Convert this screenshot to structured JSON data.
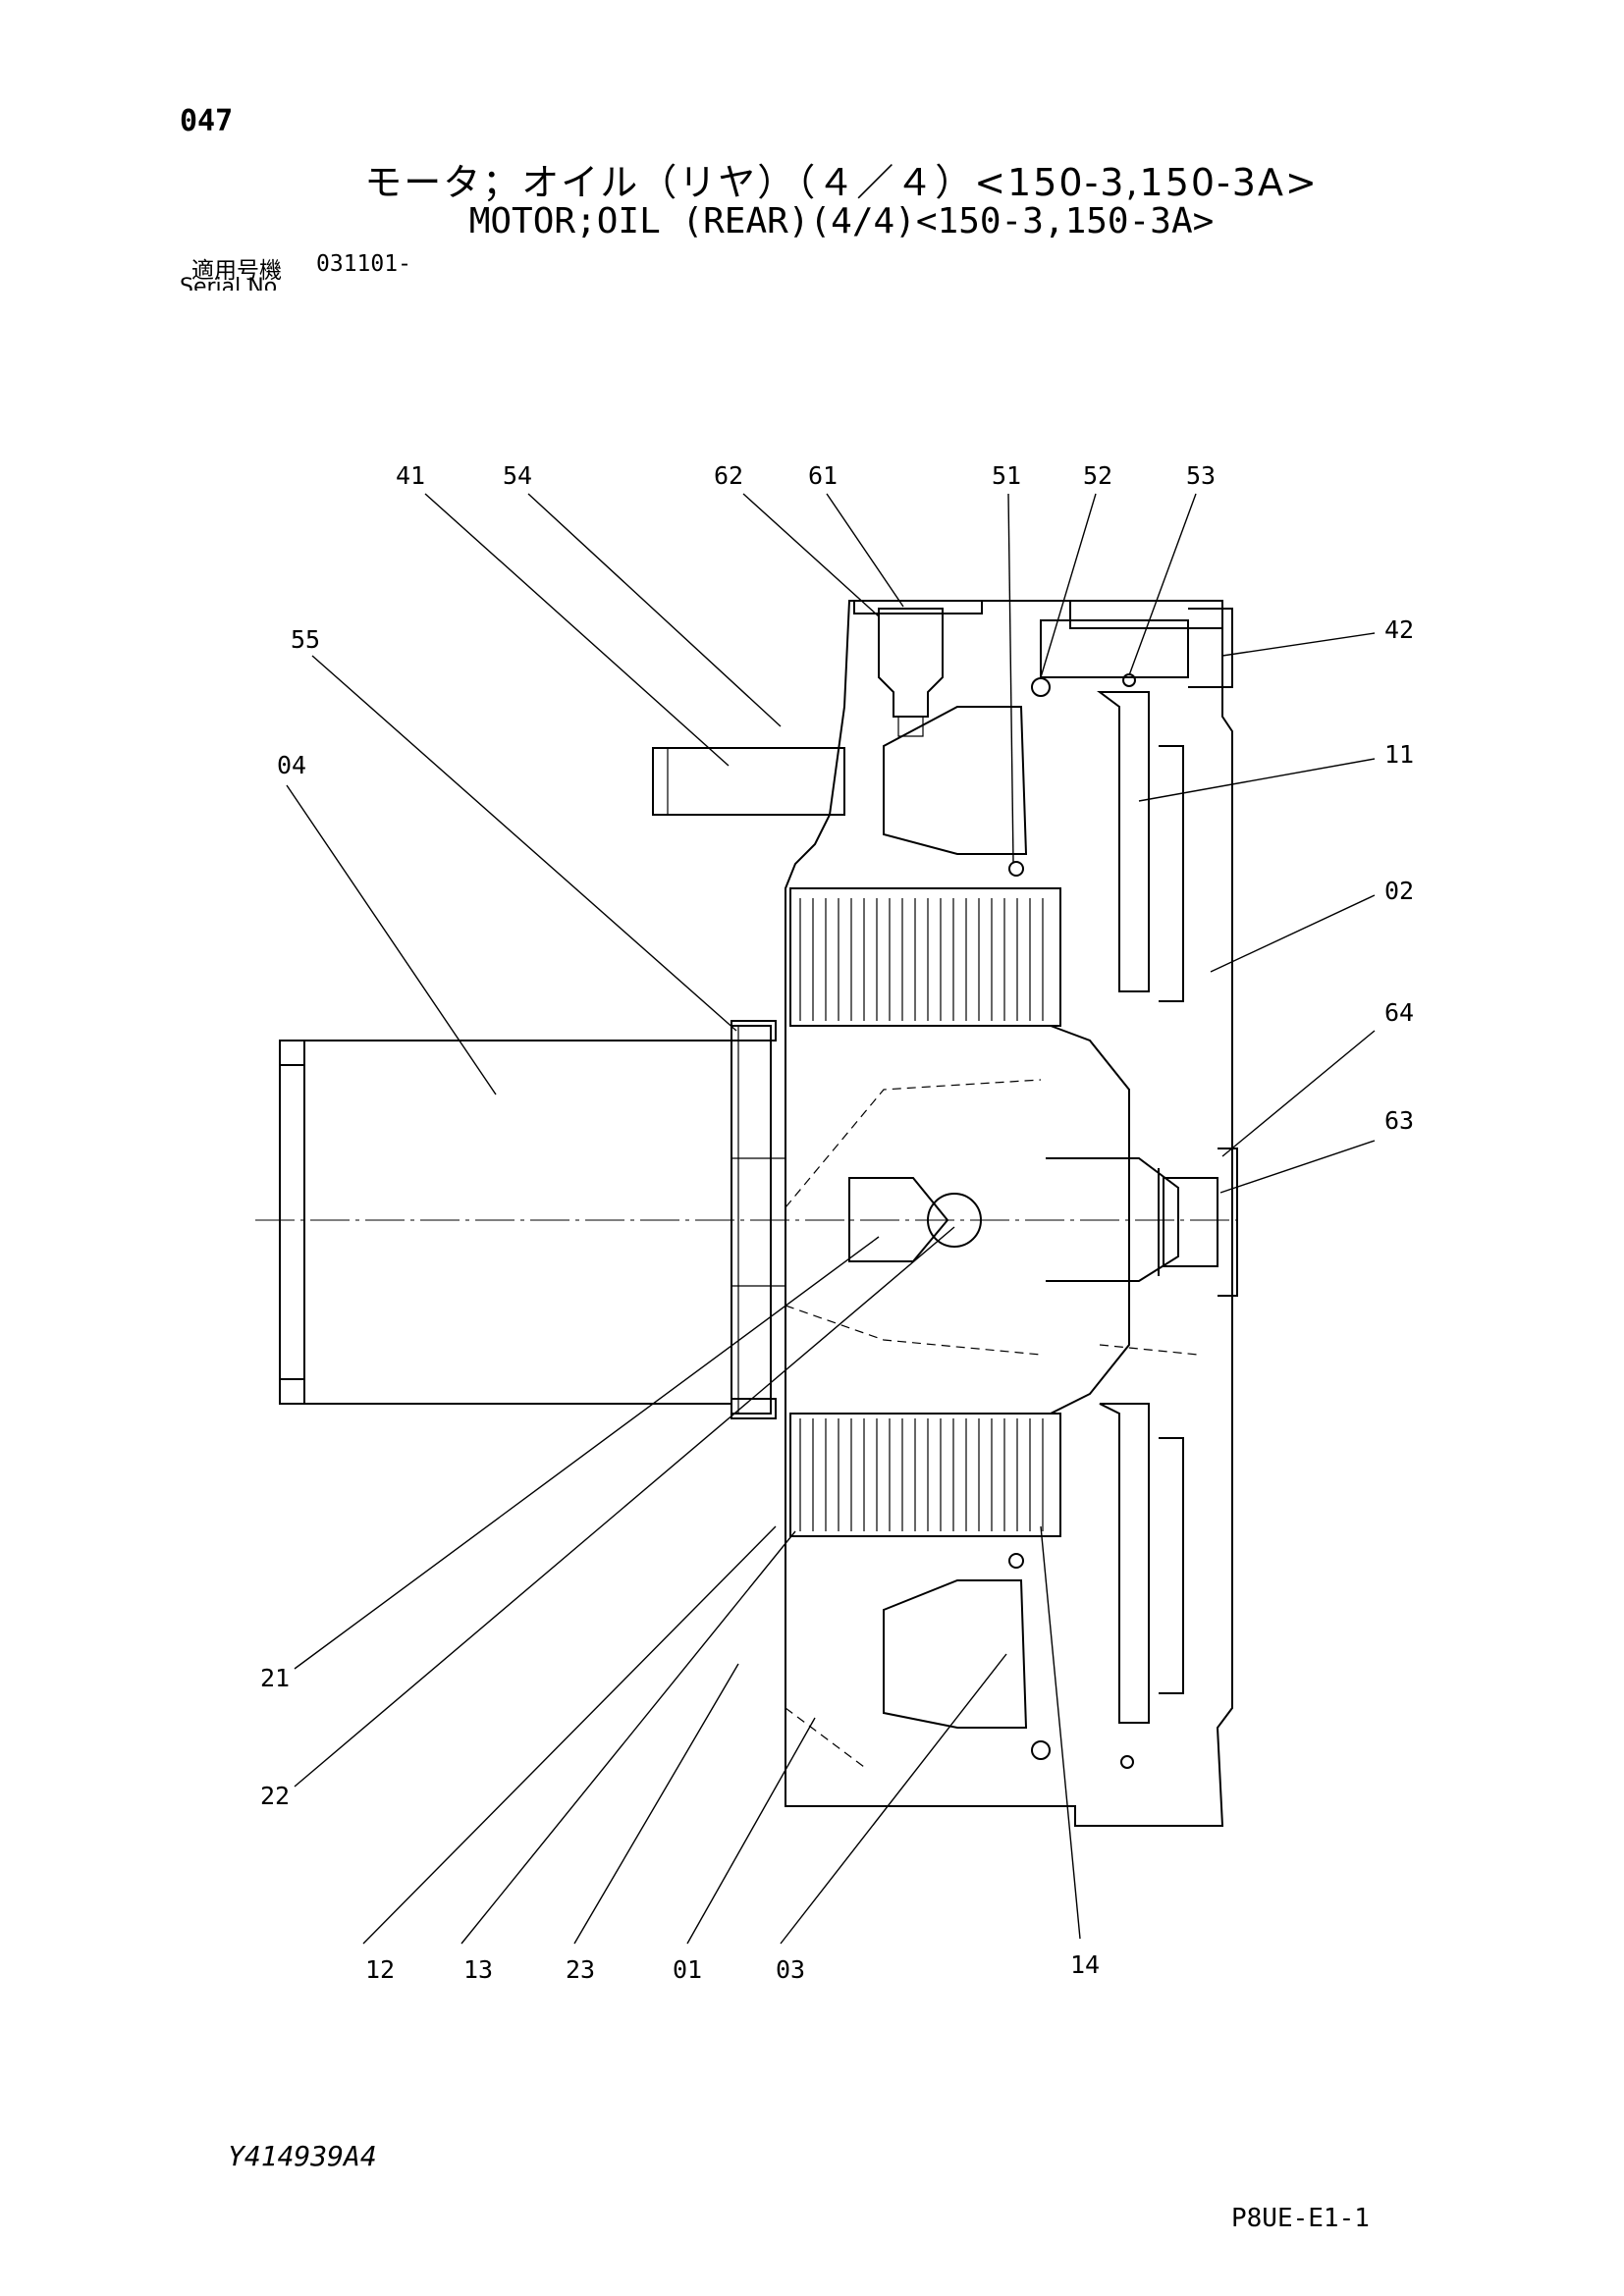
{
  "header": {
    "page_number": "047",
    "title_jp": "モータ；オイル（リヤ）（４／４）<150-3,150-3A>",
    "title_en": "MOTOR;OIL (REAR)(4/4)<150-3,150-3A>",
    "serial_label": "適用号機",
    "serial_value": "031101-",
    "serial_sub_label": "Serial No."
  },
  "callouts": [
    {
      "id": "c41",
      "label": "41"
    },
    {
      "id": "c54",
      "label": "54"
    },
    {
      "id": "c62",
      "label": "62"
    },
    {
      "id": "c61",
      "label": "61"
    },
    {
      "id": "c51",
      "label": "51"
    },
    {
      "id": "c52",
      "label": "52"
    },
    {
      "id": "c53",
      "label": "53"
    },
    {
      "id": "c42",
      "label": "42"
    },
    {
      "id": "c55",
      "label": "55"
    },
    {
      "id": "c04",
      "label": "04"
    },
    {
      "id": "c11",
      "label": "11"
    },
    {
      "id": "c02",
      "label": "02"
    },
    {
      "id": "c64",
      "label": "64"
    },
    {
      "id": "c63",
      "label": "63"
    },
    {
      "id": "c21",
      "label": "21"
    },
    {
      "id": "c22",
      "label": "22"
    },
    {
      "id": "c12",
      "label": "12"
    },
    {
      "id": "c13",
      "label": "13"
    },
    {
      "id": "c23",
      "label": "23"
    },
    {
      "id": "c01",
      "label": "01"
    },
    {
      "id": "c03",
      "label": "03"
    },
    {
      "id": "c14",
      "label": "14"
    }
  ],
  "footer": {
    "drawing_number": "Y414939A4",
    "doc_code": "P8UE-E1-1"
  }
}
